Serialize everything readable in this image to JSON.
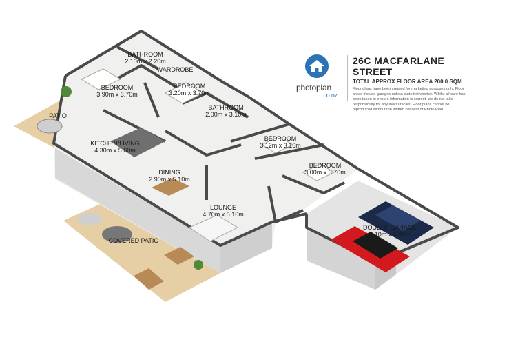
{
  "header": {
    "address": "26C MACFARLANE STREET",
    "floor_area": "TOTAL APPROX FLOOR AREA 200.0 SQM",
    "disclaimer": "Floor plans have been created for marketing purposes only. Floor areas include garages unless stated otherwise. Whilst all care has been taken to ensure information is correct, we do not take responsibility for any inaccuracies. Floor plans cannot be reproduced without the written consent of Photo Plan."
  },
  "logo": {
    "name": "photoplan",
    "domain": ".co.nz",
    "icon": "house-icon",
    "color": "#2c72b6"
  },
  "rooms": [
    {
      "id": "bathroom-1",
      "name": "BATHROOM",
      "size": "2.10m x 2.20m"
    },
    {
      "id": "wardrobe",
      "name": "WARDROBE",
      "size": ""
    },
    {
      "id": "bedroom-1",
      "name": "BEDROOM",
      "size": "3.90m x 3.70m"
    },
    {
      "id": "bedroom-2",
      "name": "BEDROOM",
      "size": "3.20m x 3.70m"
    },
    {
      "id": "bathroom-2",
      "name": "BATHROOM",
      "size": "2.00m x 3.10m"
    },
    {
      "id": "patio",
      "name": "PATIO",
      "size": ""
    },
    {
      "id": "kitchen-living",
      "name": "KITCHEN/LIVING",
      "size": "4.30m x 5.60m"
    },
    {
      "id": "bedroom-3",
      "name": "BEDROOM",
      "size": "3.12m x 3.16m"
    },
    {
      "id": "bedroom-4",
      "name": "BEDROOM",
      "size": "3.00m x 3.70m"
    },
    {
      "id": "dining",
      "name": "DINING",
      "size": "2.90m x 5.10m"
    },
    {
      "id": "lounge",
      "name": "LOUNGE",
      "size": "4.70m x 5.10m"
    },
    {
      "id": "covered-patio",
      "name": "COVERED PATIO",
      "size": ""
    },
    {
      "id": "double-garage",
      "name": "DOUBLE GARAGE",
      "size": "6.10m x 6.00m"
    }
  ],
  "colors": {
    "deck": "#e6cfa4",
    "floor": "#f0f0ee",
    "wall_top": "#4a4a4a",
    "wall_face": "#d8d8d8",
    "garage_floor": "#e4e4e4",
    "car_red": "#d21a1e",
    "car_navy": "#1c2a4a",
    "plant": "#4f8a3a",
    "wood": "#b88a55"
  }
}
